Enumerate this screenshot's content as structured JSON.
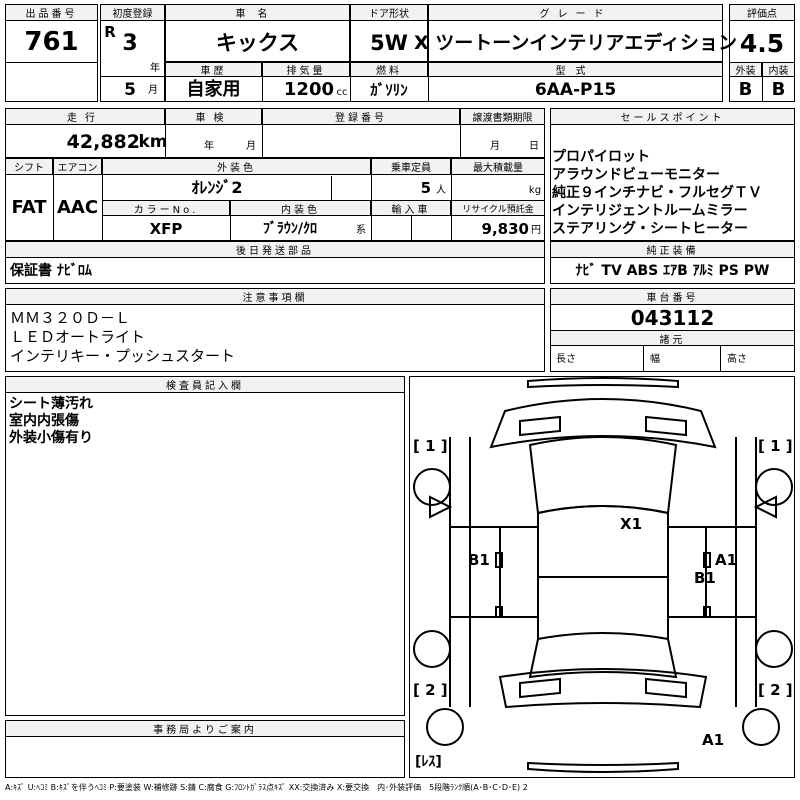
{
  "lot": {
    "label": "出品番号",
    "value": "761"
  },
  "reg_first": {
    "label": "初度登録",
    "era": "R",
    "year": "3",
    "year_unit": "年",
    "month": "5",
    "month_unit": "月"
  },
  "car_name": {
    "label": "車名",
    "value": "キックス"
  },
  "door": {
    "label": "ドア形状",
    "value": "5W"
  },
  "grade": {
    "label": "グレード",
    "value": "X ツートーンインテリアエディション"
  },
  "score": {
    "label": "評価点",
    "value": "4.5",
    "ext_label": "外装",
    "ext": "B",
    "int_label": "内装",
    "int": "B"
  },
  "history": {
    "label": "車歴",
    "value": "自家用"
  },
  "displacement": {
    "label": "排気量",
    "value": "1200",
    "unit": "cc"
  },
  "fuel": {
    "label": "燃料",
    "value": "ｶﾞｿﾘﾝ"
  },
  "model": {
    "label": "型式",
    "value": "6AA-P15"
  },
  "mileage": {
    "label": "走行",
    "value": "42,882",
    "unit": "km"
  },
  "inspection": {
    "label": "車検",
    "year_unit": "年",
    "month_unit": "月"
  },
  "plate": {
    "label": "登録番号"
  },
  "transfer": {
    "label": "譲渡書類期限",
    "month_unit": "月",
    "day_unit": "日"
  },
  "shift": {
    "label": "シフト",
    "value": "FAT"
  },
  "aircon": {
    "label": "エアコン",
    "value": "AAC"
  },
  "ext_color": {
    "label": "外装色",
    "value": "ｵﾚﾝｼﾞ2"
  },
  "capacity": {
    "label": "乗車定員",
    "value": "5",
    "unit": "人"
  },
  "max_load": {
    "label": "最大積載量",
    "unit": "kg"
  },
  "color_no": {
    "label": "カラーNo.",
    "value": "XFP"
  },
  "int_color": {
    "label": "内装色",
    "value": "ﾌﾞﾗｳﾝ/ｸﾛ",
    "unit": "系"
  },
  "import": {
    "label": "輸入車"
  },
  "recycle": {
    "label": "リサイクル預託金",
    "value": "9,830",
    "unit": "円"
  },
  "sales": {
    "label": "セールスポイント",
    "lines": "プロパイロット\nアラウンドビューモニター\n純正９インチナビ・フルセグＴＶ\nインテリジェントルームミラー\nステアリング・シートヒーター"
  },
  "later": {
    "label": "後日発送部品",
    "value": "保証書 ﾅﾋﾞﾛﾑ"
  },
  "equip": {
    "label": "純正装備",
    "value": "ﾅﾋﾞ TV ABS ｴｱB ｱﾙﾐ PS PW"
  },
  "caution": {
    "label": "注意事項欄",
    "lines": "ＭＭ３２０Ｄ－Ｌ\nＬＥＤオートライト\nインテリキー・プッシュスタート"
  },
  "chassis": {
    "label": "車台番号",
    "value": "043112"
  },
  "specs": {
    "label": "諸元",
    "length": "長さ",
    "width": "幅",
    "height": "高さ"
  },
  "inspector": {
    "label": "検査員記入欄",
    "lines": "シート薄汚れ\n室内内張傷\n外装小傷有り"
  },
  "office": {
    "label": "事務局よりご案内"
  },
  "diagram": {
    "tl": "[ 1 ]",
    "tr": "[ 1 ]",
    "bl": "[ 2 ]",
    "br": "[ 2 ]",
    "res": "[ﾚｽ]",
    "marks": [
      "X1",
      "B1",
      "A1",
      "B1",
      "A1"
    ]
  },
  "legend": "A:ｷｽﾞ U:ﾍｺﾐ B:ｷｽﾞを伴うﾍｺﾐ P:要塗装 W:補修跡 S:錆 C:腐食 G:ﾌﾛﾝﾄｶﾞﾗｽ点ｷｽﾞ XX:交換済み X:要交換　内･外装評価　5段階ﾗﾝｸ順(A･B･C･D･E) 2"
}
